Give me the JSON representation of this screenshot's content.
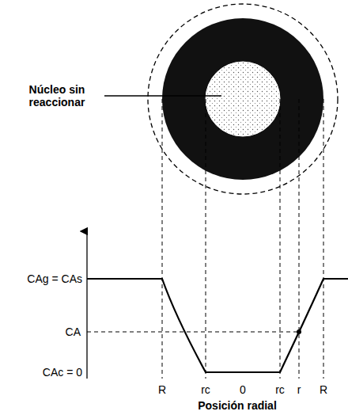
{
  "diagram": {
    "labels": [
      "Núcleo sin reaccionar",
      "CAg = CAs",
      "CA",
      "CAc = 0",
      "R",
      "rc",
      "0",
      "rc",
      "r",
      "R",
      "Posición radial"
    ]
  }
}
